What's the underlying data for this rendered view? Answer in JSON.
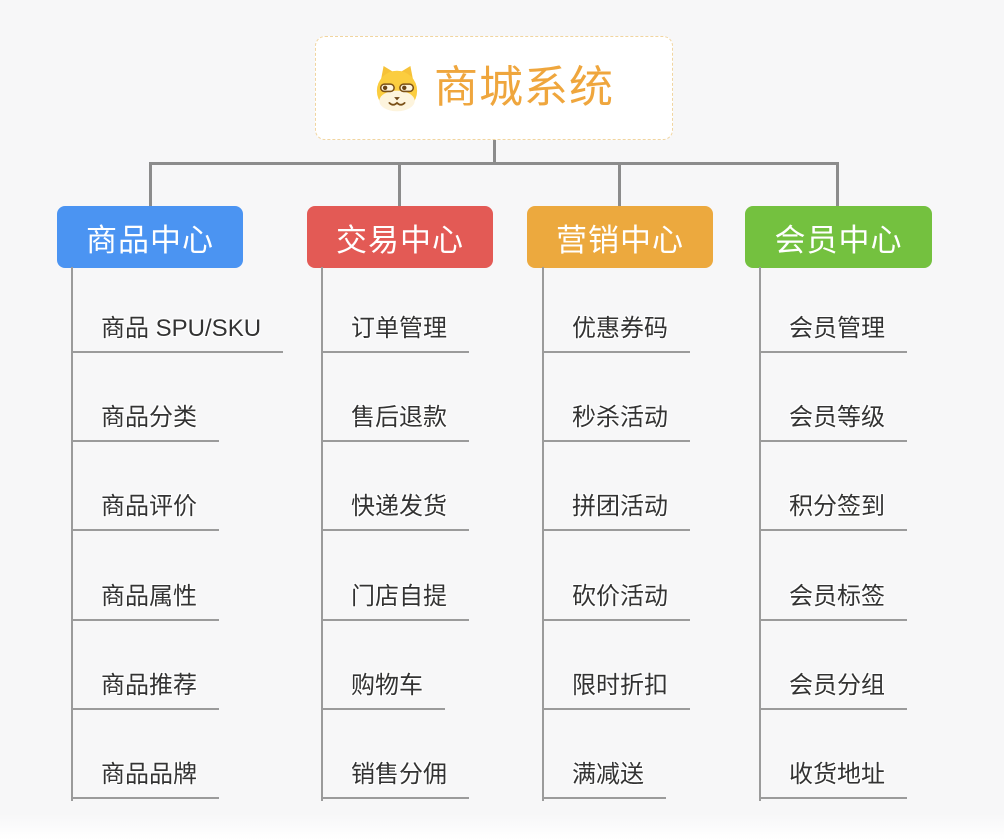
{
  "root": {
    "title": "商城系统",
    "icon": "dog-face-icon",
    "text_color": "#efa63d",
    "border_color": "#f1d5a0"
  },
  "colors": {
    "background": "#f7f7f8",
    "connector": "#8c8c8c",
    "underline": "#9b9b9b",
    "item_text": "#333333"
  },
  "branches": [
    {
      "label": "商品中心",
      "color": "#4b94f2",
      "children": [
        "商品 SPU/SKU",
        "商品分类",
        "商品评价",
        "商品属性",
        "商品推荐",
        "商品品牌"
      ]
    },
    {
      "label": "交易中心",
      "color": "#e35a55",
      "children": [
        "订单管理",
        "售后退款",
        "快递发货",
        "门店自提",
        "购物车",
        "销售分佣"
      ]
    },
    {
      "label": "营销中心",
      "color": "#eca93e",
      "children": [
        "优惠券码",
        "秒杀活动",
        "拼团活动",
        "砍价活动",
        "限时折扣",
        "满减送"
      ]
    },
    {
      "label": "会员中心",
      "color": "#74c13f",
      "children": [
        "会员管理",
        "会员等级",
        "积分签到",
        "会员标签",
        "会员分组",
        "收货地址"
      ]
    }
  ]
}
